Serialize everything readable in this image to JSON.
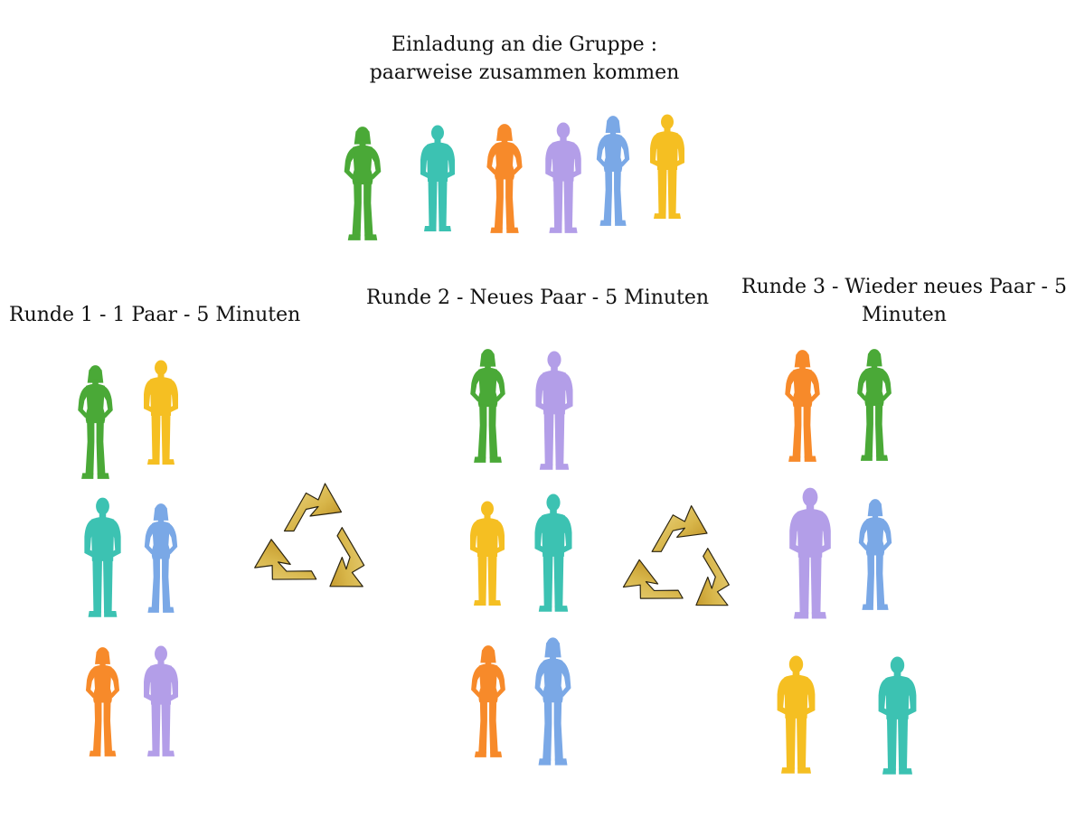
{
  "header": {
    "title_line1": "Einladung an die Gruppe :",
    "title_line2": "paarweise zusammen kommen"
  },
  "rounds": [
    {
      "label": "Runde 1 - 1 Paar - 5 Minuten"
    },
    {
      "label": "Runde 2 - Neues Paar - 5 Minuten"
    },
    {
      "label": "Runde 3 - Wieder neues Paar - 5 Minuten"
    }
  ],
  "colors": {
    "green": "#4aa937",
    "teal": "#3cc2b2",
    "orange": "#f78a2a",
    "purple": "#b39ee8",
    "blue": "#7aa8e6",
    "yellow": "#f5bf22",
    "recycle_gold": "#d8b64a",
    "recycle_dark": "#b7861a"
  },
  "icons": {
    "person_female": "person-female-icon",
    "person_male": "person-male-icon",
    "recycle": "recycle-icon"
  },
  "group": [
    {
      "gender": "f",
      "color": "green"
    },
    {
      "gender": "m",
      "color": "teal"
    },
    {
      "gender": "f",
      "color": "orange"
    },
    {
      "gender": "m",
      "color": "purple"
    },
    {
      "gender": "f",
      "color": "blue"
    },
    {
      "gender": "m",
      "color": "yellow"
    }
  ],
  "round1_pairs": [
    [
      {
        "gender": "f",
        "color": "green"
      },
      {
        "gender": "m",
        "color": "yellow"
      }
    ],
    [
      {
        "gender": "m",
        "color": "teal"
      },
      {
        "gender": "f",
        "color": "blue"
      }
    ],
    [
      {
        "gender": "f",
        "color": "orange"
      },
      {
        "gender": "m",
        "color": "purple"
      }
    ]
  ],
  "round2_pairs": [
    [
      {
        "gender": "f",
        "color": "green"
      },
      {
        "gender": "m",
        "color": "purple"
      }
    ],
    [
      {
        "gender": "m",
        "color": "yellow"
      },
      {
        "gender": "m",
        "color": "teal"
      }
    ],
    [
      {
        "gender": "f",
        "color": "orange"
      },
      {
        "gender": "f",
        "color": "blue"
      }
    ]
  ],
  "round3_pairs": [
    [
      {
        "gender": "f",
        "color": "orange"
      },
      {
        "gender": "f",
        "color": "green"
      }
    ],
    [
      {
        "gender": "m",
        "color": "purple"
      },
      {
        "gender": "f",
        "color": "blue"
      }
    ],
    [
      {
        "gender": "m",
        "color": "yellow"
      },
      {
        "gender": "m",
        "color": "teal"
      }
    ]
  ]
}
